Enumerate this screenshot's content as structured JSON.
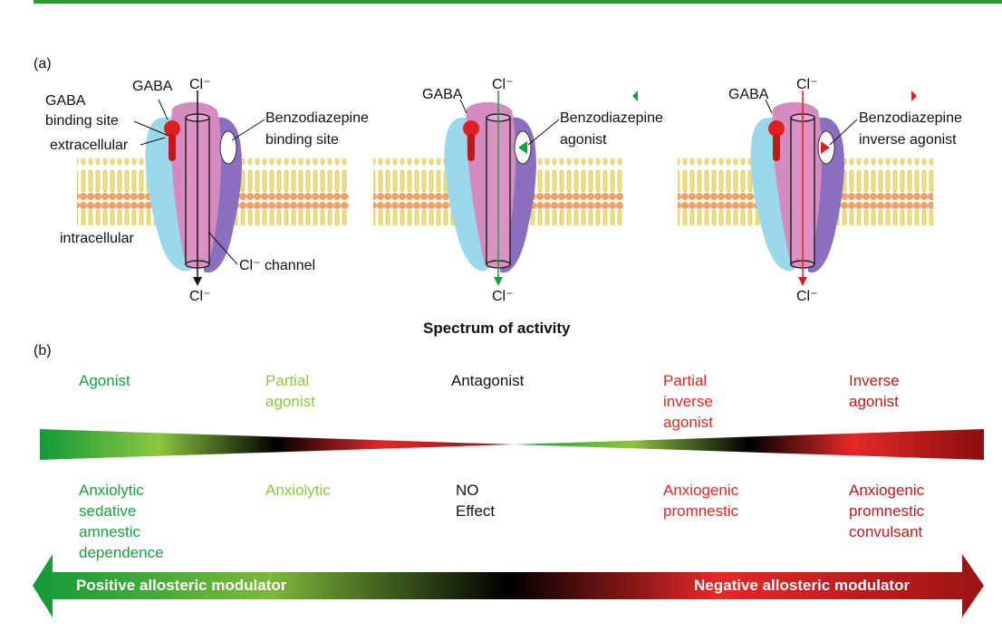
{
  "colors": {
    "agonist": "#18a040",
    "partial_agonist": "#8cc63f",
    "antagonist": "#111111",
    "partial_inverse": "#e02828",
    "inverse": "#b81c1c",
    "top_bar": "#2a9a2a"
  },
  "panel_a": {
    "label": "(a)",
    "receptors": [
      {
        "gaba": "GABA",
        "cl_top": "Cl⁻",
        "cl_bottom": "Cl⁻",
        "site_label": [
          "Benzodiazepine",
          "binding site"
        ],
        "gaba_binding_site": [
          "GABA",
          "binding site"
        ],
        "extracellular": "extracellular",
        "intracellular": "intracellular",
        "channel": "Cl⁻ channel"
      },
      {
        "gaba": "GABA",
        "cl_top": "Cl⁻",
        "cl_bottom": "Cl⁻",
        "site_label": [
          "Benzodiazepine",
          "agonist"
        ]
      },
      {
        "gaba": "GABA",
        "cl_top": "Cl⁻",
        "cl_bottom": "Cl⁻",
        "site_label": [
          "Benzodiazepine",
          "inverse agonist"
        ]
      }
    ]
  },
  "panel_b": {
    "label": "(b)",
    "title": "Spectrum of activity",
    "categories": [
      {
        "name": [
          "Agonist"
        ],
        "effects": [
          "Anxiolytic",
          "sedative",
          "amnestic",
          "dependence"
        ],
        "color": "#18a040"
      },
      {
        "name": [
          "Partial",
          "agonist"
        ],
        "effects": [
          "Anxiolytic"
        ],
        "color": "#8cc63f"
      },
      {
        "name": [
          "Antagonist"
        ],
        "effects": [
          "NO",
          "Effect"
        ],
        "color": "#111111"
      },
      {
        "name": [
          "Partial",
          "inverse",
          "agonist"
        ],
        "effects": [
          "Anxiogenic",
          "promnestic"
        ],
        "color": "#e02828"
      },
      {
        "name": [
          "Inverse",
          "agonist"
        ],
        "effects": [
          "Anxiogenic",
          "promnestic",
          "convulsant"
        ],
        "color": "#b81c1c"
      }
    ],
    "positive_modulator": "Positive allosteric modulator",
    "negative_modulator": "Negative allosteric modulator"
  }
}
